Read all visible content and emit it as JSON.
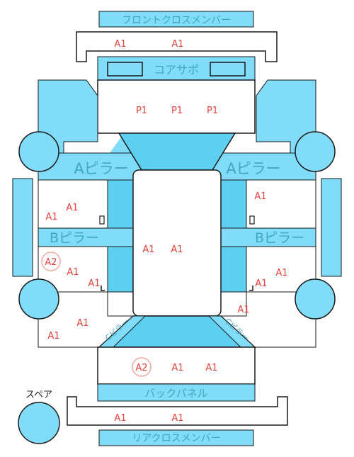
{
  "parts": {
    "front_cross_member": "フロントクロスメンバー",
    "core_support": "コアサポ",
    "a_pillar_left": "Aピラー",
    "a_pillar_right": "Aピラー",
    "b_pillar_left": "Bピラー",
    "b_pillar_right": "Bピラー",
    "pillar_c_left": "Cピラー",
    "pillar_c_right": "Cピラー",
    "back_panel": "バックパネル",
    "rear_cross_member": "リアクロスメンバー",
    "spare_tire": "スペア"
  },
  "damage_codes": {
    "front_cross_1": "A1",
    "front_cross_2": "A1",
    "front_p1_a": "P1",
    "front_p1_b": "P1",
    "front_p1_c": "P1",
    "left_upper_1": "A1",
    "left_upper_2": "A1",
    "right_upper_1": "A1",
    "left_lower_a2": "A2",
    "left_lower_1": "A1",
    "left_lower_2": "A1",
    "right_lower_1": "A1",
    "right_lower_2": "A1",
    "center_1": "A1",
    "center_2": "A1",
    "left_rear_1": "A1",
    "left_rear_2": "A1",
    "right_rear_1": "A1",
    "rear_a2": "A2",
    "rear_1": "A1",
    "rear_2": "A1",
    "rear_cross_1": "A1",
    "rear_cross_2": "A1"
  },
  "colors": {
    "part_fill": "#80dcf8",
    "part_fill_dark": "#5dcff0",
    "outline": "#1a1a1a",
    "label": "#3fa7c4",
    "damage_text": "#e8413c",
    "a2_ring": "#f2a8a2"
  }
}
